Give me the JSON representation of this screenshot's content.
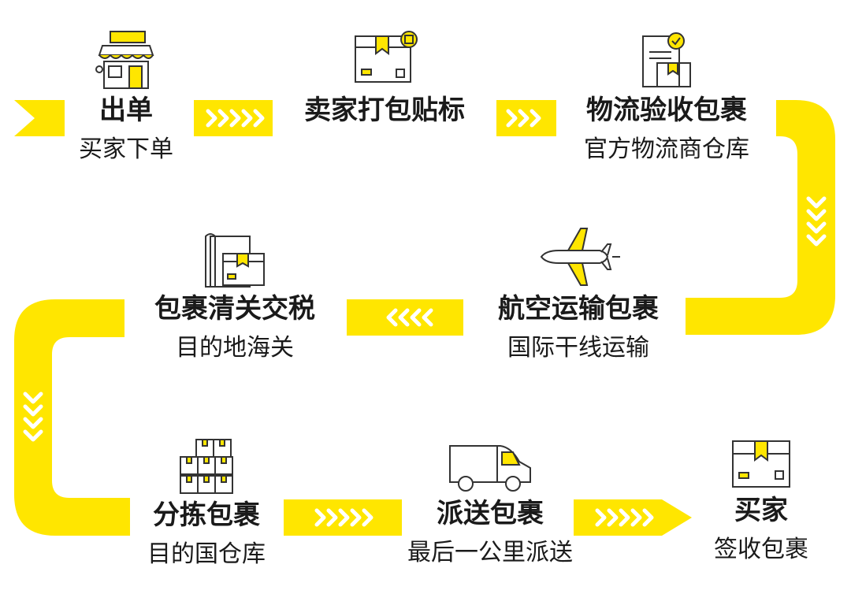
{
  "colors": {
    "track": "#FFE600",
    "text": "#1a1a1a",
    "icon_line": "#333333",
    "icon_fill": "#FFE600"
  },
  "steps": [
    {
      "title": "出单",
      "subtitle": "买家下单",
      "icon": "store-icon"
    },
    {
      "title": "卖家打包贴标",
      "subtitle": "",
      "icon": "package-label-icon"
    },
    {
      "title": "物流验收包裹",
      "subtitle": "官方物流商仓库",
      "icon": "document-package-check-icon"
    },
    {
      "title": "航空运输包裹",
      "subtitle": "国际干线运输",
      "icon": "airplane-icon"
    },
    {
      "title": "包裹清关交税",
      "subtitle": "目的地海关",
      "icon": "customs-package-icon"
    },
    {
      "title": "分拣包裹",
      "subtitle": "目的国仓库",
      "icon": "stacked-boxes-icon"
    },
    {
      "title": "派送包裹",
      "subtitle": "最后一公里派送",
      "icon": "van-icon"
    },
    {
      "title": "买家",
      "subtitle": "签收包裹",
      "icon": "received-package-icon"
    }
  ]
}
